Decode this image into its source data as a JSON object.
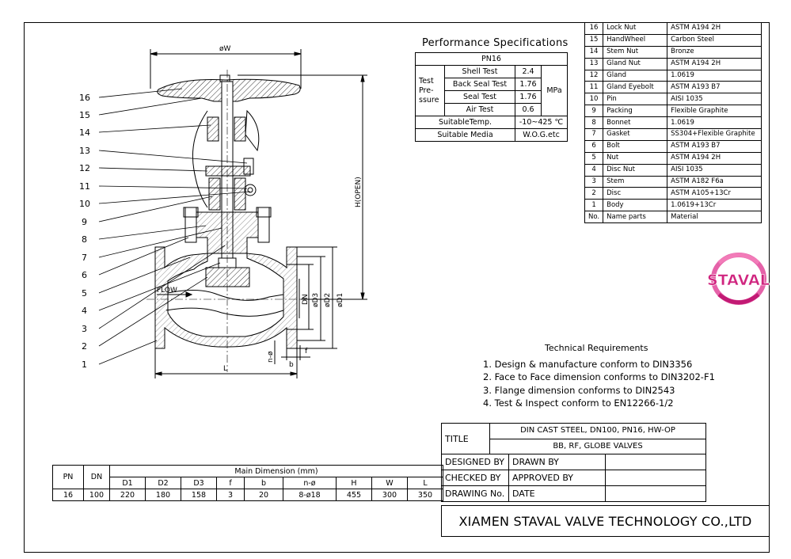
{
  "performance": {
    "title": "Performance Specifications",
    "pn": "PN16",
    "test_pressure_label": [
      "Test",
      "Pre-",
      "ssure"
    ],
    "rows": [
      {
        "name": "Shell Test",
        "value": "2.4"
      },
      {
        "name": "Back Seal Test",
        "value": "1.76"
      },
      {
        "name": "Seal Test",
        "value": "1.76"
      },
      {
        "name": "Air Test",
        "value": "0.6"
      }
    ],
    "unit": "MPa",
    "temp_label": "SuitableTemp.",
    "temp_value": "-10~425 ℃",
    "media_label": "Suitable Media",
    "media_value": "W.O.G.etc"
  },
  "parts": [
    {
      "no": "16",
      "name": "Lock Nut",
      "material": "ASTM A194 2H"
    },
    {
      "no": "15",
      "name": "HandWheel",
      "material": "Carbon Steel"
    },
    {
      "no": "14",
      "name": "Stem Nut",
      "material": "Bronze"
    },
    {
      "no": "13",
      "name": "Gland Nut",
      "material": "ASTM A194 2H"
    },
    {
      "no": "12",
      "name": "Gland",
      "material": "1.0619"
    },
    {
      "no": "11",
      "name": "Gland Eyebolt",
      "material": "ASTM A193 B7"
    },
    {
      "no": "10",
      "name": "Pin",
      "material": "AISI 1035"
    },
    {
      "no": "9",
      "name": "Packing",
      "material": "Flexible Graphite"
    },
    {
      "no": "8",
      "name": "Bonnet",
      "material": "1.0619"
    },
    {
      "no": "7",
      "name": "Gasket",
      "material": "SS304+Flexible Graphite"
    },
    {
      "no": "6",
      "name": "Bolt",
      "material": "ASTM A193 B7"
    },
    {
      "no": "5",
      "name": "Nut",
      "material": "ASTM A194 2H"
    },
    {
      "no": "4",
      "name": "Disc Nut",
      "material": "AISI 1035"
    },
    {
      "no": "3",
      "name": "Stem",
      "material": "ASTM A182 F6a"
    },
    {
      "no": "2",
      "name": "Disc",
      "material": "ASTM A105+13Cr"
    },
    {
      "no": "1",
      "name": "Body",
      "material": "1.0619+13Cr"
    },
    {
      "no": "No.",
      "name": "Name parts",
      "material": "Material"
    }
  ],
  "technical": {
    "title": "Technical Requirements",
    "items": [
      "1. Design & manufacture conform to DIN3356",
      "2. Face to Face dimension conforms to DIN3202-F1",
      "3. Flange dimension conforms to DIN2543",
      "4. Test & Inspect conform to EN12266-1/2"
    ]
  },
  "dimensions": {
    "header": "Main Dimension (mm)",
    "pn_label": "PN",
    "dn_label": "DN",
    "columns": [
      "D1",
      "D2",
      "D3",
      "f",
      "b",
      "n-ø",
      "H",
      "W",
      "L"
    ],
    "row": {
      "pn": "16",
      "dn": "100",
      "values": [
        "220",
        "180",
        "158",
        "3",
        "20",
        "8-ø18",
        "455",
        "300",
        "350"
      ]
    }
  },
  "title_block": {
    "title_label": "TITLE",
    "title_line1": "DIN CAST STEEL, DN100, PN16, HW-OP",
    "title_line2": "BB, RF, GLOBE VALVES",
    "designed_by": "DESIGNED BY",
    "drawn_by": "DRAWN BY",
    "checked_by": "CHECKED  BY",
    "approved_by": "APPROVED BY",
    "drawing_no": "DRAWING No.",
    "date": "DATE",
    "company": "XIAMEN STAVAL VALVE TECHNOLOGY CO.,LTD"
  },
  "logo": {
    "text": "STAVAL",
    "color": "#d0257f"
  },
  "drawing": {
    "balloons": [
      "16",
      "15",
      "14",
      "13",
      "12",
      "11",
      "10",
      "9",
      "8",
      "7",
      "6",
      "5",
      "4",
      "3",
      "2",
      "1"
    ],
    "dim_w": "øW",
    "dim_h": "H(OPEN)",
    "dim_l": "L",
    "dim_dn": "DN",
    "dim_d3": "øD3",
    "dim_d2": "øD2",
    "dim_d1": "øD1",
    "dim_b": "b",
    "dim_f": "f",
    "dim_n": "n-ø",
    "flow": "FLOW"
  }
}
